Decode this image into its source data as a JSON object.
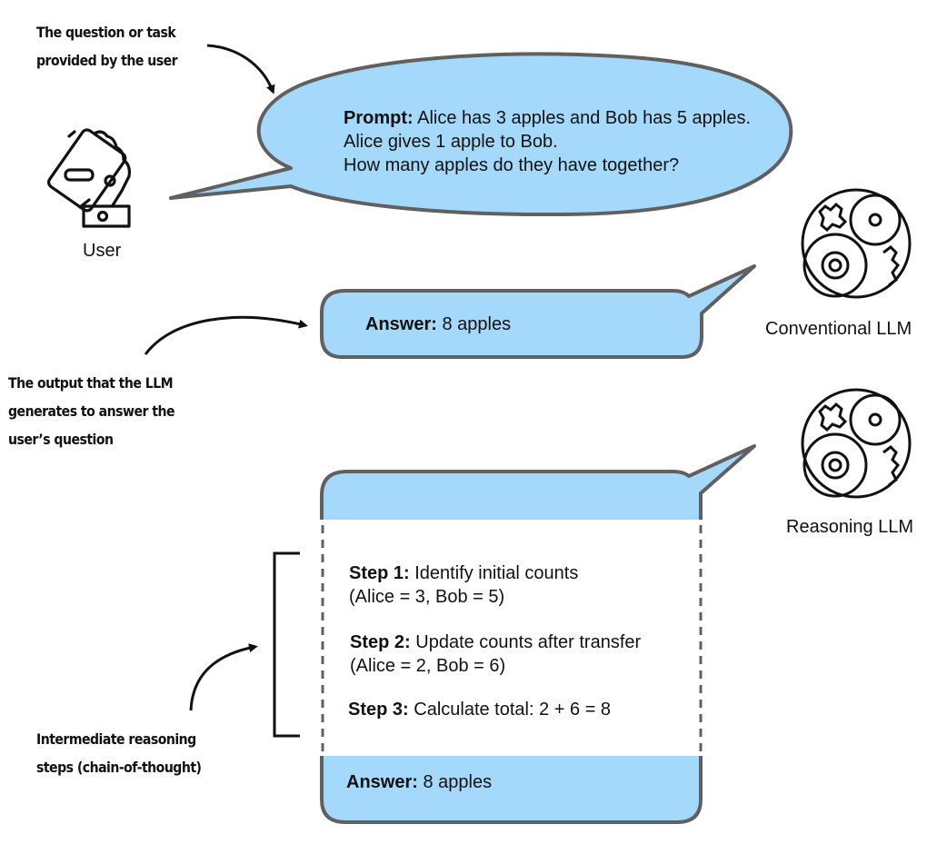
{
  "colors": {
    "bubble_fill": "#a5d9fb",
    "bubble_stroke": "#606060",
    "ink": "#111111"
  },
  "annotations": {
    "user_prompt": [
      "The question or task",
      "provided by the user"
    ],
    "llm_output": [
      "The output that the LLM",
      "generates to answer the",
      "user’s question"
    ],
    "reasoning": [
      "Intermediate reasoning",
      "steps (chain-of-thought)"
    ]
  },
  "actors": {
    "user": {
      "label": "User",
      "icon": "hand-holding-phone-icon"
    },
    "conventional": {
      "label": "Conventional LLM",
      "icon": "brain-gears-icon"
    },
    "reasoning": {
      "label": "Reasoning LLM",
      "icon": "brain-gears-icon"
    }
  },
  "prompt": {
    "label": "Prompt:",
    "lines": [
      "Alice has 3 apples and Bob has 5 apples.",
      "Alice gives 1 apple to Bob.",
      "How many apples do they have together?"
    ]
  },
  "conventional_answer": {
    "label": "Answer:",
    "text": "8 apples"
  },
  "reasoning_output": {
    "steps": [
      {
        "label": "Step 1:",
        "text": "Identify initial counts",
        "detail": "(Alice = 3, Bob = 5)"
      },
      {
        "label": "Step 2:",
        "text": "Update counts after transfer",
        "detail": "(Alice = 2, Bob = 6)"
      },
      {
        "label": "Step 3:",
        "text": "Calculate total: 2 + 6 = 8",
        "detail": ""
      }
    ],
    "answer": {
      "label": "Answer:",
      "text": "8 apples"
    }
  }
}
